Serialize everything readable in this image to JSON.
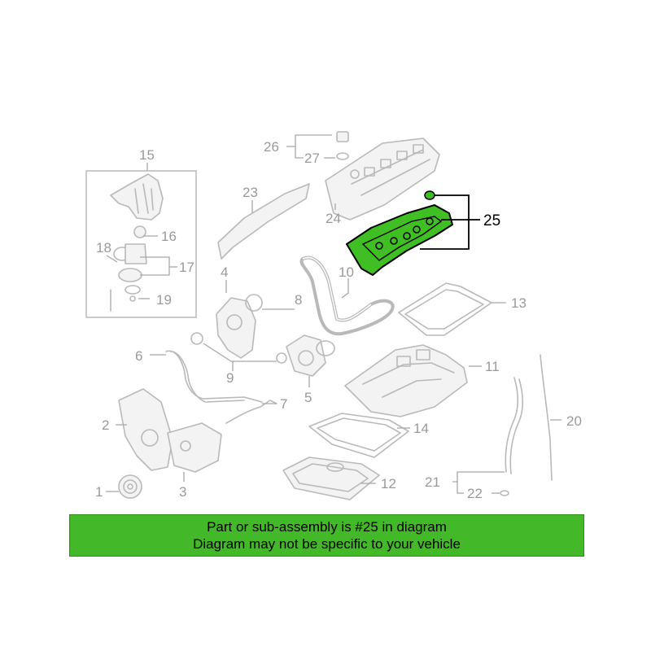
{
  "diagram": {
    "highlighted_part": "25",
    "callouts": {
      "c1": "1",
      "c2": "2",
      "c3": "3",
      "c4": "4",
      "c5": "5",
      "c6": "6",
      "c7": "7",
      "c8": "8",
      "c9": "9",
      "c10": "10",
      "c11": "11",
      "c12": "12",
      "c13": "13",
      "c14": "14",
      "c15": "15",
      "c16": "16",
      "c17": "17",
      "c18": "18",
      "c19": "19",
      "c20": "20",
      "c21": "21",
      "c22": "22",
      "c23": "23",
      "c24": "24",
      "c25": "25",
      "c26": "26",
      "c27": "27"
    },
    "colors": {
      "highlight": "#3fbf24",
      "banner": "#43b829",
      "line_art": "#b9b9b9",
      "callout_text": "#9a9a9a"
    }
  },
  "banner": {
    "line1": "Part or sub-assembly is #25 in diagram",
    "line2": "Diagram may not be specific to your vehicle"
  }
}
